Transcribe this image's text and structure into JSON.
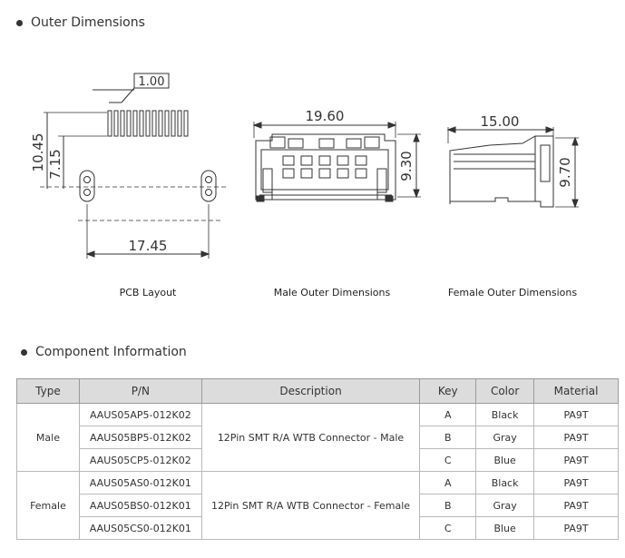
{
  "sections": {
    "outer_dimensions": "Outer Dimensions",
    "component_information": "Component Information"
  },
  "drawings": {
    "pcb": {
      "caption": "PCB Layout",
      "pitch": "1.00",
      "height_total": "10.45",
      "height_partial": "7.15",
      "width": "17.45"
    },
    "male": {
      "caption": "Male Outer Dimensions",
      "width": "19.60",
      "height": "9.30"
    },
    "female": {
      "caption": "Female Outer Dimensions",
      "width": "15.00",
      "height": "9.70"
    }
  },
  "table": {
    "headers": [
      "Type",
      "P/N",
      "Description",
      "Key",
      "Color",
      "Material"
    ],
    "groups": [
      {
        "type": "Male",
        "description": "12Pin SMT R/A WTB Connector - Male",
        "rows": [
          {
            "pn": "AAUS05AP5-012K02",
            "key": "A",
            "color": "Black",
            "material": "PA9T"
          },
          {
            "pn": "AAUS05BP5-012K02",
            "key": "B",
            "color": "Gray",
            "material": "PA9T"
          },
          {
            "pn": "AAUS05CP5-012K02",
            "key": "C",
            "color": "Blue",
            "material": "PA9T"
          }
        ]
      },
      {
        "type": "Female",
        "description": "12Pin SMT R/A WTB Connector - Female",
        "rows": [
          {
            "pn": "AAUS05AS0-012K01",
            "key": "A",
            "color": "Black",
            "material": "PA9T"
          },
          {
            "pn": "AAUS05BS0-012K01",
            "key": "B",
            "color": "Gray",
            "material": "PA9T"
          },
          {
            "pn": "AAUS05CS0-012K01",
            "key": "C",
            "color": "Blue",
            "material": "PA9T"
          }
        ]
      }
    ]
  }
}
